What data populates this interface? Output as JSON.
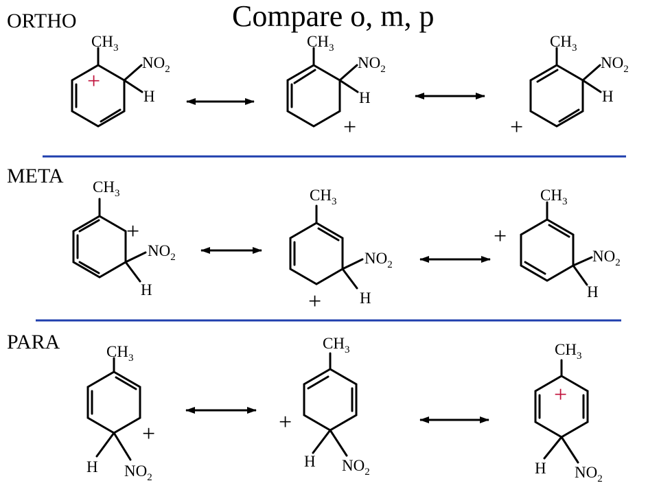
{
  "title": "Compare o, m, p",
  "sections": {
    "ortho": "ORTHO",
    "meta": "META",
    "para": "PARA"
  },
  "labels": {
    "methyl": "CH",
    "methyl_sub": "3",
    "nitro": "NO",
    "nitro_sub": "2",
    "hydrogen": "H"
  },
  "charge_symbol": "+",
  "colors": {
    "divider": "#1f3fae",
    "highlight_charge": "#c0103a",
    "ink": "#000000"
  }
}
